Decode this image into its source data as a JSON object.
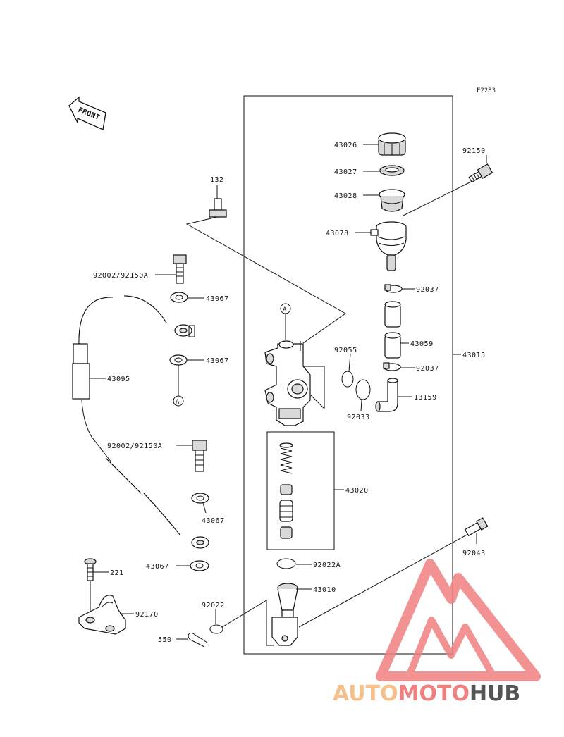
{
  "figure_code": "F2283",
  "front_label": "FRONT",
  "ref_marker": "A",
  "parts": {
    "p43026": "43026",
    "p43027": "43027",
    "p43028": "43028",
    "p43078": "43078",
    "p92150": "92150",
    "p132": "132",
    "p92002a": "92002/92150A",
    "p43067a": "43067",
    "p43067b": "43067",
    "p43067c": "43067",
    "p43067d": "43067",
    "p92037a": "92037",
    "p92037b": "92037",
    "p43059": "43059",
    "p43015": "43015",
    "p92055": "92055",
    "p43095": "43095",
    "p13159": "13159",
    "p92033": "92033",
    "p92002b": "92002/92150A",
    "p43020": "43020",
    "p92043": "92043",
    "p221": "221",
    "p92170": "92170",
    "p92022a": "92022A",
    "p43010": "43010",
    "p92022": "92022",
    "p550": "550"
  },
  "watermark": {
    "part1": "AUTO",
    "part2": "MOTO",
    "part3": "HUB",
    "color_light": "#f5c08a",
    "color_red": "#f08080",
    "color_dark": "#555555"
  }
}
